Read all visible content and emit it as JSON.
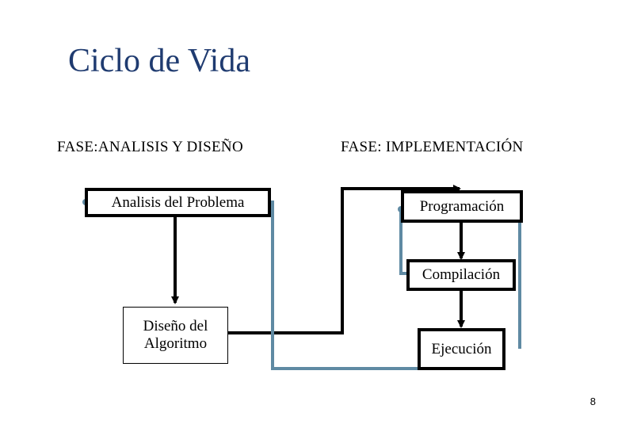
{
  "slide": {
    "title": "Ciclo de Vida",
    "page_number": "8"
  },
  "phases": {
    "analysis_design": "FASE:ANALISIS Y DISEÑO",
    "implementation": "FASE: IMPLEMENTACIÓN"
  },
  "steps": {
    "problem_analysis": "Analisis del Problema",
    "algorithm_design_line1": "Diseño del",
    "algorithm_design_line2": "Algoritmo",
    "programming": "Programación",
    "compilation": "Compilación",
    "execution": "Ejecución"
  },
  "colors": {
    "title": "#1f3b70",
    "arrow": "#000000",
    "feedback_arrow": "#5f8aa3"
  }
}
